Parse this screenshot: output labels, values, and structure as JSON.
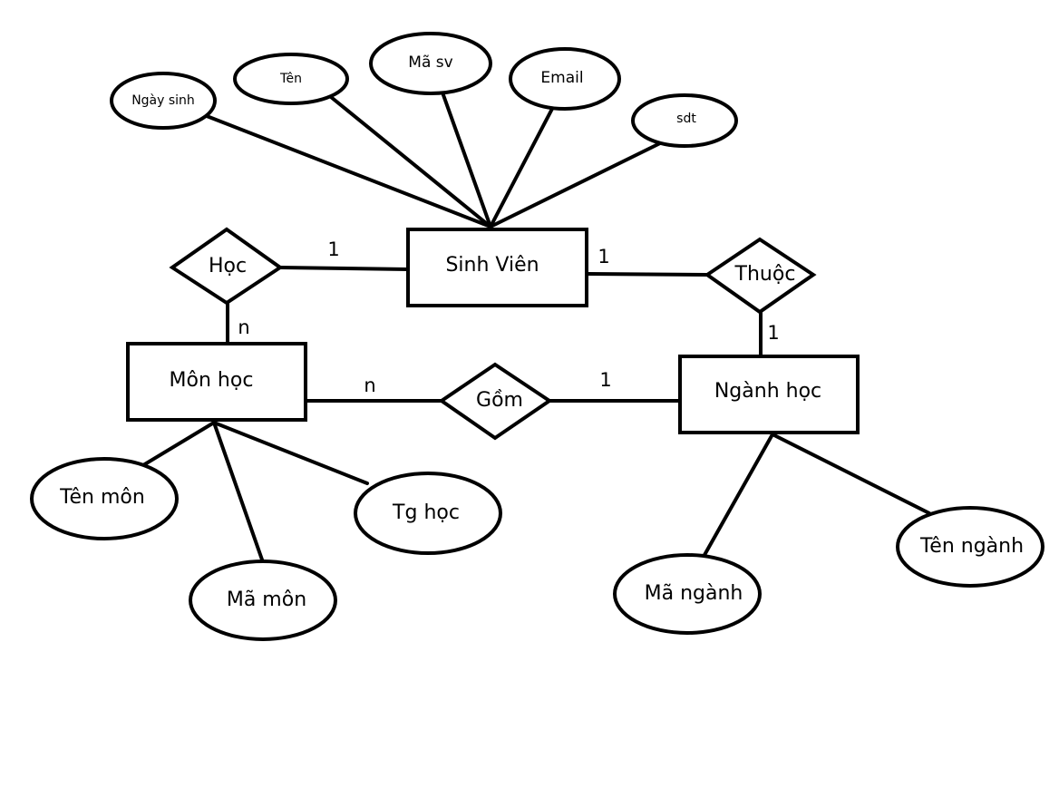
{
  "entities": {
    "sinh_vien": "Sinh Viên",
    "mon_hoc": "Môn học",
    "nganh_hoc": "Ngành học"
  },
  "relationships": {
    "hoc": "Học",
    "thuoc": "Thuộc",
    "gom": "Gồm"
  },
  "attributes": {
    "ngay_sinh": "Ngày sinh",
    "ten": "Tên",
    "ma_sv": "Mã sv",
    "email": "Email",
    "sdt": "sdt",
    "ten_mon": "Tên môn",
    "ma_mon": "Mã môn",
    "tg_hoc": "Tg học",
    "ma_nganh": "Mã ngành",
    "ten_nganh": "Tên ngành"
  },
  "cardinalities": {
    "hoc_sinhvien": "1",
    "hoc_monhoc": "n",
    "thuoc_sinhvien": "1",
    "thuoc_nganhhoc": "1",
    "gom_monhoc": "n",
    "gom_nganhhoc": "1"
  }
}
